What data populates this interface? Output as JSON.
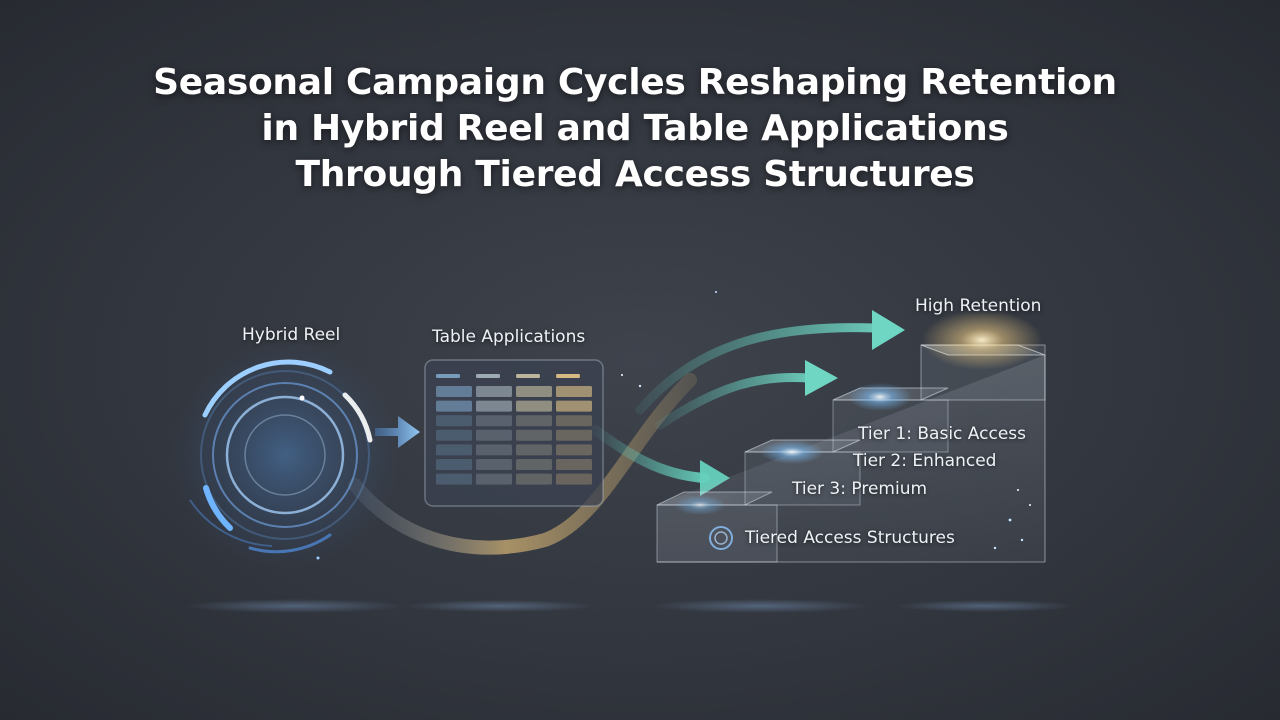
{
  "title": {
    "line1": "Seasonal Campaign Cycles Reshaping Retention",
    "line2": "in Hybrid Reel and Table Applications",
    "line3": "Through Tiered Access Structures"
  },
  "labels": {
    "hybrid_reel": "Hybrid Reel",
    "table_applications": "Table Applications",
    "high_retention": "High Retention",
    "tier1": "Tier 1: Basic Access",
    "tier2": "Tier 2: Enhanced",
    "tier3": "Tier 3: Premium",
    "tiered_access": "Tiered Access Structures"
  },
  "colors": {
    "background": "#32363e",
    "reel_blue": "#6fb4ff",
    "teal_arrow": "#5fc2b4",
    "gold_flow": "#e8c27a",
    "retention_glow": "#ffd98a"
  }
}
